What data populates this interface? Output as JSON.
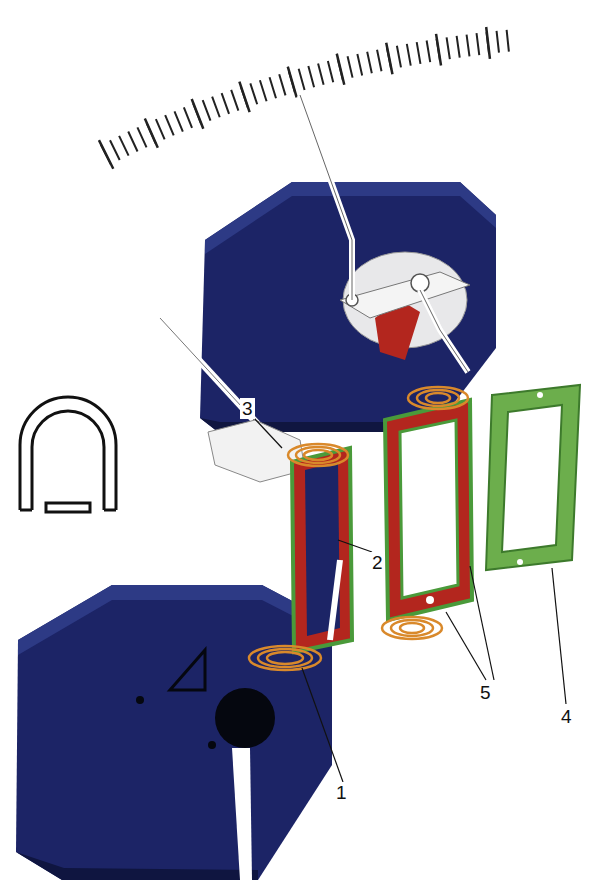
{
  "diagram": {
    "labels": [
      "3",
      "2",
      "5",
      "4",
      "1"
    ]
  }
}
